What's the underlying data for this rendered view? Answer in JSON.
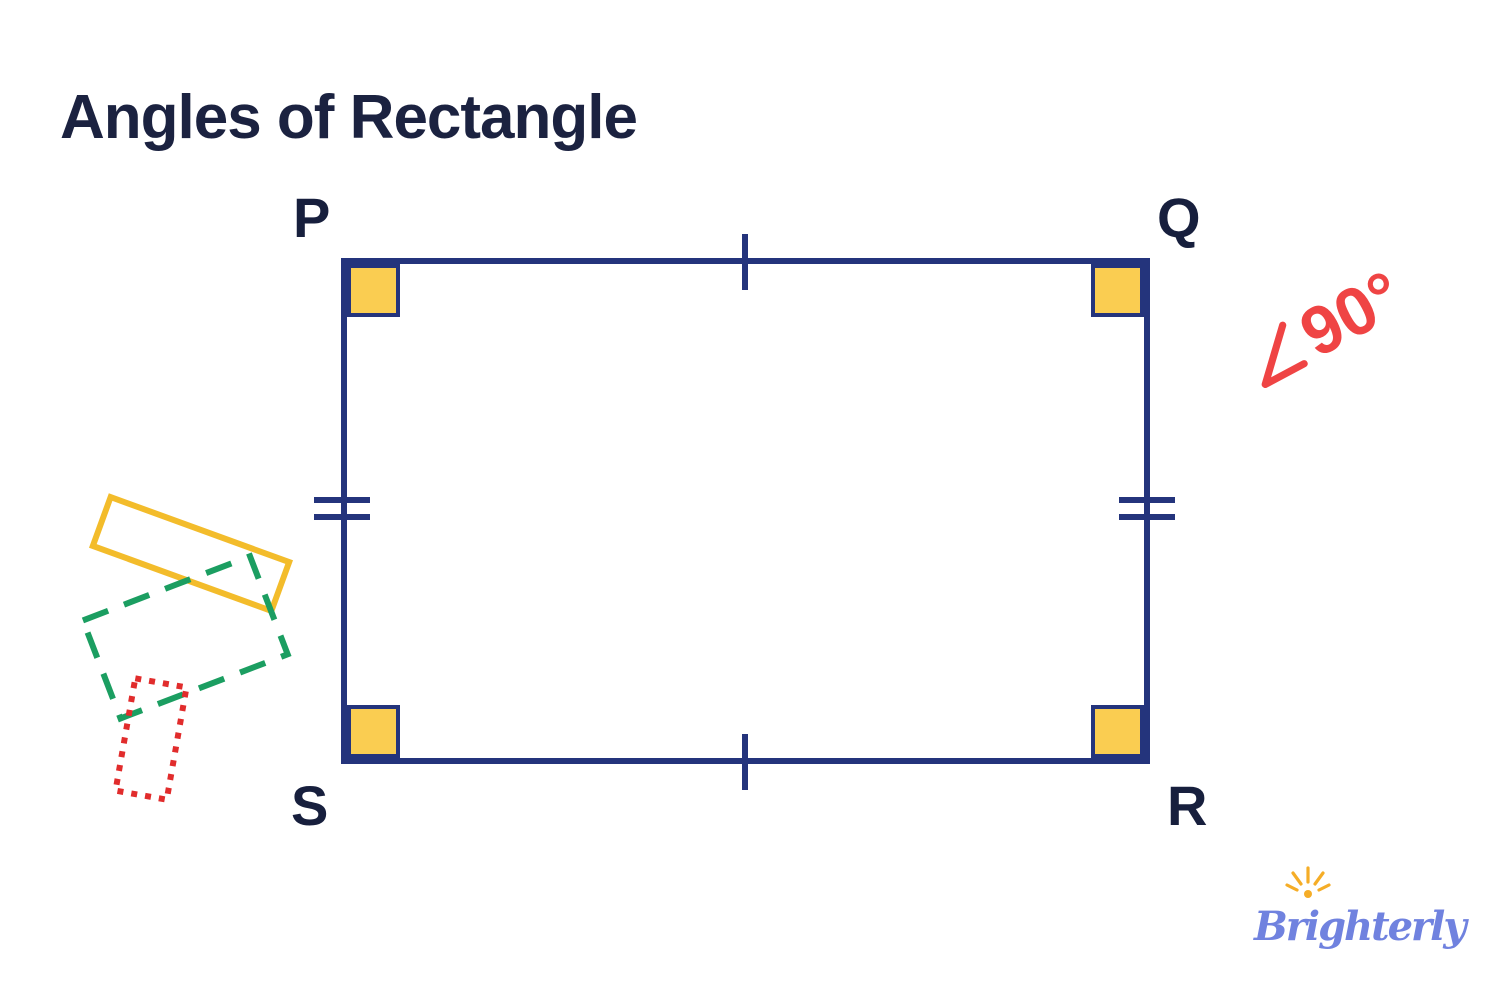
{
  "page": {
    "title": "Angles of Rectangle",
    "background_color": "#FFFFFF"
  },
  "diagram": {
    "shape": "rectangle",
    "vertices": [
      {
        "id": "P",
        "label": "P",
        "position": "top-left"
      },
      {
        "id": "Q",
        "label": "Q",
        "position": "top-right"
      },
      {
        "id": "R",
        "label": "R",
        "position": "bottom-right"
      },
      {
        "id": "S",
        "label": "S",
        "position": "bottom-left"
      }
    ],
    "right_angle_markers": {
      "count": 4,
      "fill_color": "#FACD51",
      "border_color": "#24347C"
    },
    "tick_marks": {
      "top_side": "single",
      "bottom_side": "single",
      "left_side": "double",
      "right_side": "double",
      "color": "#24347C"
    },
    "angle_annotation": {
      "symbol": "∠",
      "value": "90°",
      "color": "#EF4444",
      "rotation_deg": -28
    },
    "outline_color": "#24347C",
    "label_color": "#171F3D",
    "decorative_shapes": [
      {
        "type": "rectangle",
        "border_style": "solid",
        "color": "#F3BC2B",
        "rotation_deg": 20
      },
      {
        "type": "rectangle",
        "border_style": "dashed",
        "color": "#1B9E61",
        "rotation_deg": -21
      },
      {
        "type": "rectangle",
        "border_style": "dotted",
        "color": "#E12C2C",
        "rotation_deg": 10
      }
    ]
  },
  "logo": {
    "text": "Brighterly",
    "text_color": "#7082DF",
    "sun_icon_color": "#F5AD27"
  }
}
